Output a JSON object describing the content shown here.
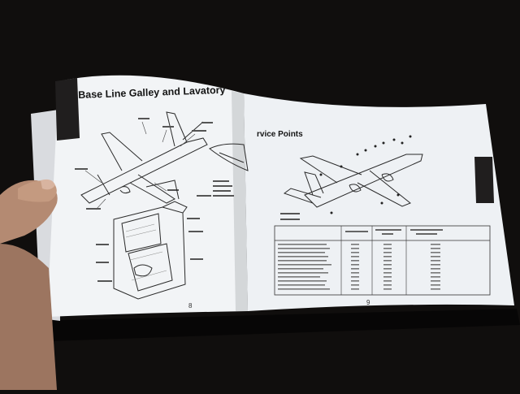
{
  "book": {
    "left_page": {
      "title": "Base Line Galley and Lavatory",
      "page_number": "8"
    },
    "right_page": {
      "section_title": "rvice Points",
      "page_number": "9"
    }
  },
  "colors": {
    "background": "#100e0d",
    "page": "#f4f6f8",
    "tab": "#1e1c1c",
    "skin": "#b48a72"
  }
}
